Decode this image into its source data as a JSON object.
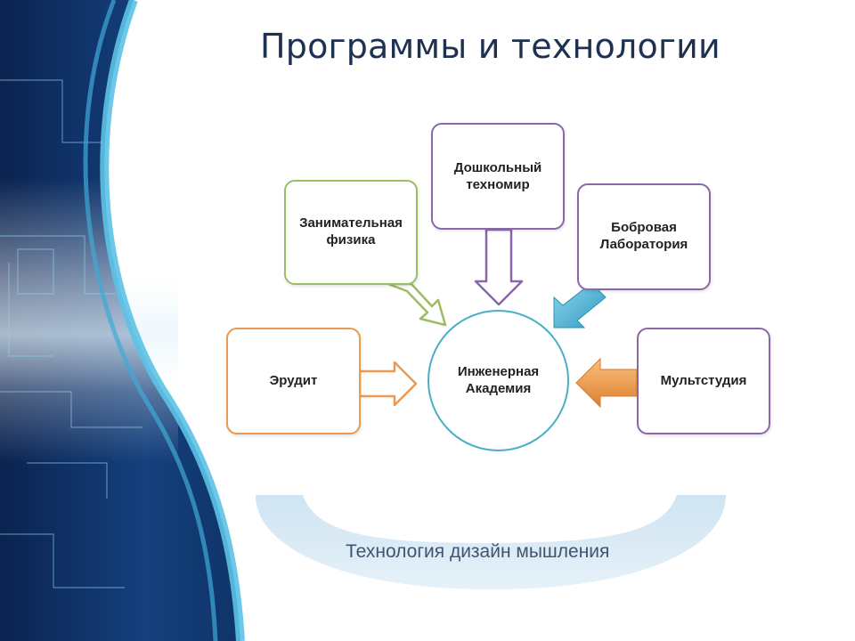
{
  "slide": {
    "title": "Программы и технологии",
    "hub": "Инженерная\nАкадемия",
    "programs": {
      "physics": "Занимательная\nфизика",
      "technomir": "Дошкольный\nтехномир",
      "beaver": "Бобровая\nЛаборатория",
      "erudit": "Эрудит",
      "multstudio": "Мультстудия"
    },
    "technology": "Технология дизайн мышления"
  },
  "colors": {
    "green": "#9cbd62",
    "purple": "#8a68a8",
    "orange": "#eb9a52",
    "blue": "#4aaec8",
    "navy": "#0d2a5c"
  },
  "icons": {
    "arrows": "block-arrow"
  }
}
